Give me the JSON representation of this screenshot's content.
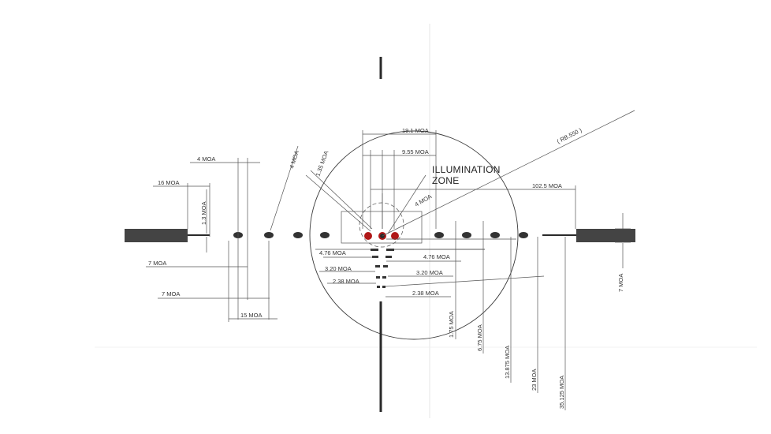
{
  "labels": {
    "illum_line1": "ILLUMINATION",
    "illum_line2": "ZONE",
    "rb": "( RB.550 )",
    "moa_19_1": "19.1 MOA",
    "moa_9_55": "9.55 MOA",
    "moa_102_5": "102.5 MOA",
    "moa_4_center": "4 MOA",
    "moa_4_top": "4 MOA",
    "moa_4_angle": "4 MOA",
    "moa_1_35": "1.35 MOA",
    "moa_16": "16 MOA",
    "moa_1_3": "1.3 MOA",
    "moa_7_a": "7 MOA",
    "moa_7_b": "7 MOA",
    "moa_7_right": "7 MOA",
    "moa_15": "15 MOA",
    "moa_4_76_left": "4.76 MOA",
    "moa_4_76_right": "4.76 MOA",
    "moa_3_20_left": "3.20 MOA",
    "moa_3_20_right": "3.20 MOA",
    "moa_2_38_left": "2.38 MOA",
    "moa_2_38_right": "2.38 MOA",
    "moa_1_75": "1.75 MOA",
    "moa_6_75": "6.75 MOA",
    "moa_13_875": "13.875 MOA",
    "moa_23": "23 MOA",
    "moa_35_125": "35.125 MOA"
  },
  "colors": {
    "line": "#3a3a3a",
    "illumination": "#b01818"
  }
}
